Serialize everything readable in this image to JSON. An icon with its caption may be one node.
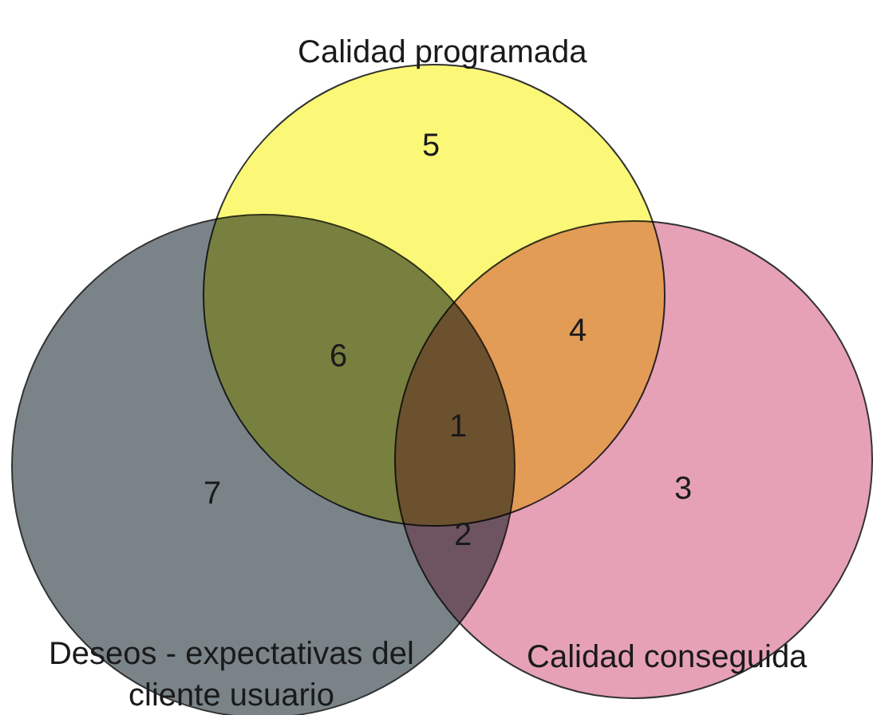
{
  "diagram": {
    "nodes": [
      {
        "text": [
          "Calidad programada"
        ]
      },
      {
        "text": [
          "Deseos - expectativas del cliente usuario"
        ]
      },
      {
        "text": [
          "Calidad conseguida"
        ]
      }
    ],
    "edges": [],
    "labels": [
      "5",
      "4",
      "6",
      "1",
      "7",
      "3",
      "2"
    ]
  }
}
